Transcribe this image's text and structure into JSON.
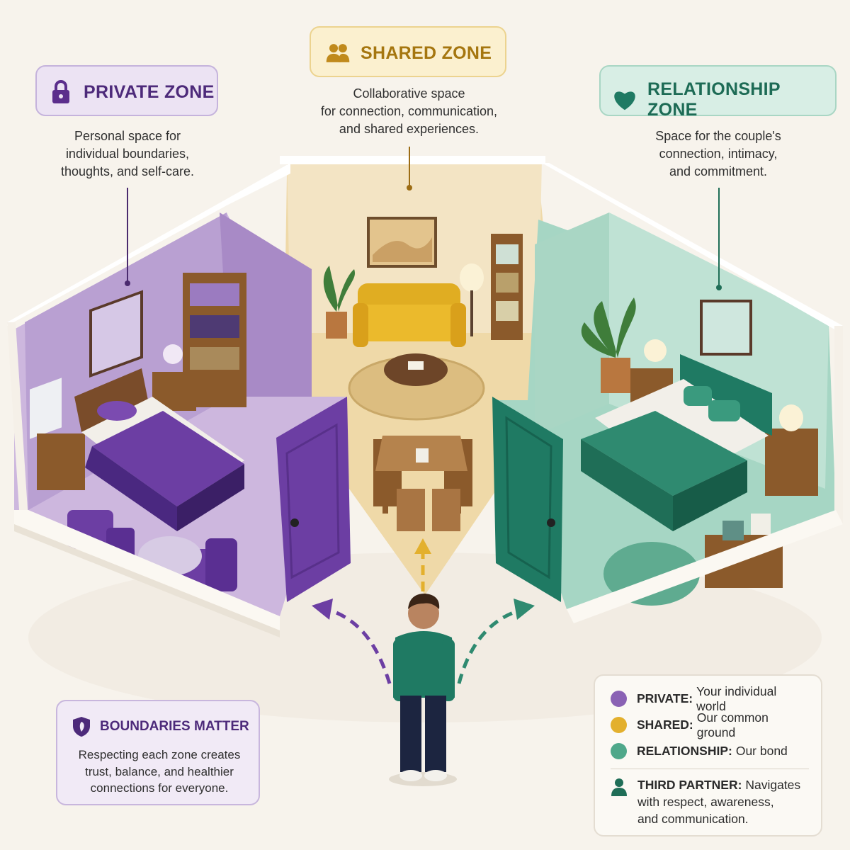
{
  "zones": {
    "private": {
      "title": "PRIVATE ZONE",
      "icon": "lock-icon",
      "color": "#5b2e8c",
      "desc": [
        "Personal space for",
        "individual boundaries,",
        "thoughts, and self-care."
      ]
    },
    "shared": {
      "title": "SHARED ZONE",
      "icon": "people-icon",
      "color": "#b07c17",
      "desc": [
        "Collaborative space",
        "for connection, communication,",
        "and shared experiences."
      ]
    },
    "relationship": {
      "title": "RELATIONSHIP ZONE",
      "icon": "heart-icon",
      "color": "#1f6e57",
      "desc": [
        "Space for the couple's",
        "connection, intimacy,",
        "and commitment."
      ]
    }
  },
  "boundaries": {
    "title": "BOUNDARIES MATTER",
    "icon": "shield-icon",
    "text": [
      "Respecting each zone creates",
      "trust, balance, and healthier",
      "connections for everyone."
    ]
  },
  "legend": {
    "items": [
      {
        "key": "PRIVATE:",
        "text": "Your individual world",
        "color": "#8a62b4"
      },
      {
        "key": "SHARED:",
        "text": "Our common ground",
        "color": "#e3b02d"
      },
      {
        "key": "RELATIONSHIP:",
        "text": "Our bond",
        "color": "#4fa88a"
      }
    ],
    "third": {
      "key": "THIRD PARTNER:",
      "line1": "Navigates",
      "line2": "with respect, awareness,",
      "line3": "and communication.",
      "icon": "person-icon",
      "color": "#1f6e57"
    }
  }
}
